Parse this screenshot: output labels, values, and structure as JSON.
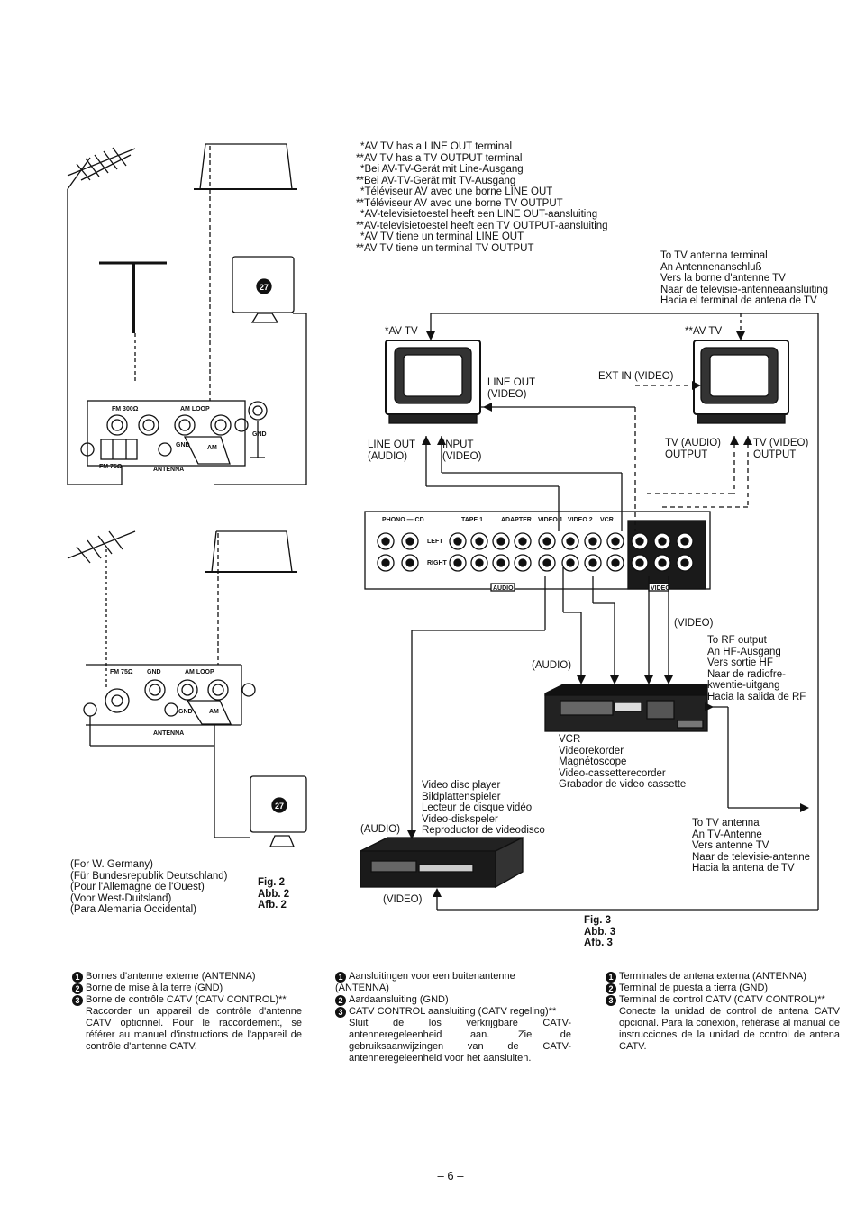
{
  "tv_notes": [
    "*AV TV has a LINE OUT terminal",
    "**AV TV has a TV OUTPUT terminal",
    "*Bei AV-TV-Gerät mit Line-Ausgang",
    "**Bei AV-TV-Gerät mit TV-Ausgang",
    "*Téléviseur AV avec une borne LINE OUT",
    "**Téléviseur AV avec une borne TV OUTPUT",
    "*AV-televisietoestel heeft een LINE OUT-aansluiting",
    "**AV-televisietoestel heeft een TV OUTPUT-aansluiting",
    "*AV TV tiene un terminal LINE OUT",
    "**AV TV tiene un terminal TV OUTPUT"
  ],
  "to_tv_antenna_terminal": [
    "To TV antenna terminal",
    "An Antennenanschluß",
    "Vers la borne d'antenne TV",
    "Naar de televisie-antenneaansluiting",
    "Hacia el terminal de antena de TV"
  ],
  "to_rf_output": [
    "To RF output",
    "An HF-Ausgang",
    "Vers sortie HF",
    "Naar de radiofre-",
    "kwentie-uitgang",
    "Hacia la salida de RF"
  ],
  "vcr_labels": [
    "VCR",
    "Videorekorder",
    "Magnétoscope",
    "Video-cassetterecorder",
    "Grabador de video cassette"
  ],
  "video_disc_labels": [
    "Video disc player",
    "Bildplattenspieler",
    "Lecteur de disque vidéo",
    "Video-diskspeler",
    "Reproductor de videodisco"
  ],
  "to_tv_antenna": [
    "To TV antenna",
    "An TV-Antenne",
    "Vers antenne TV",
    "Naar de televisie-antenne",
    "Hacia la antena de TV"
  ],
  "germany_note": [
    "(For W. Germany)",
    "(Für Bundesrepublik Deutschland)",
    "(Pour l'Allemagne de l'Ouest)",
    "(Voor West-Duitsland)",
    "(Para Alemania Occidental)"
  ],
  "diagram_labels": {
    "av_tv_left": "*AV TV",
    "av_tv_right": "**AV TV",
    "line_out_video": [
      "LINE OUT",
      "(VIDEO)"
    ],
    "line_out_audio": [
      "LINE OUT",
      "(AUDIO)"
    ],
    "input_video": [
      "INPUT",
      "(VIDEO)"
    ],
    "ext_in_video": "EXT IN (VIDEO)",
    "tv_audio_output": [
      "TV (AUDIO)",
      "OUTPUT"
    ],
    "tv_video_output": [
      "TV (VIDEO)",
      "OUTPUT"
    ],
    "video": "(VIDEO)",
    "audio": "(AUDIO)",
    "audio_disc": "(AUDIO)",
    "video_disc": "(VIDEO)",
    "antenna": "ANTENNA",
    "am_loop": "AM LOOP",
    "fm_300": "FM 300Ω",
    "fm_75": "FM 75Ω",
    "gnd": "GND",
    "am": "AM",
    "phono_cd": "PHONO — CD",
    "tape1": "TAPE 1",
    "adapter": "ADAPTER",
    "video1": "VIDEO 1",
    "video2": "VIDEO 2",
    "vcr": "VCR",
    "left": "LEFT",
    "right": "RIGHT",
    "audio_tag": "AUDIO",
    "video_tag": "VIDEO",
    "marker_27": "27"
  },
  "fig2": [
    "Fig. 2",
    "Abb. 2",
    "Afb. 2"
  ],
  "fig3": [
    "Fig. 3",
    "Abb. 3",
    "Afb. 3"
  ],
  "captions": {
    "french": {
      "item1": "Bornes d'antenne externe (ANTENNA)",
      "item2": "Borne de mise à la terre (GND)",
      "item3": "Borne de contrôle CATV (CATV CONTROL)**",
      "body": "Raccorder un appareil de contrôle d'antenne CATV optionnel. Pour le raccordement, se référer au manuel d'instructions de l'appareil de contrôle d'antenne CATV."
    },
    "dutch": {
      "item1": "Aansluitingen voor een buitenantenne (ANTENNA)",
      "item2": "Aardaansluiting (GND)",
      "item3": "CATV CONTROL aansluiting (CATV regeling)**",
      "body": "Sluit de los verkrijgbare CATV-antenneregeleenheid aan. Zie de gebruiksaanwijzingen van de CATV-antenneregeleenheid voor het aansluiten."
    },
    "spanish": {
      "item1": "Terminales de antena externa (ANTENNA)",
      "item2": "Terminal de puesta a tierra (GND)",
      "item3": "Terminal de control CATV (CATV CONTROL)**",
      "body": "Conecte la unidad de control de antena CATV opcional. Para la conexión, refiérase al manual de instrucciones de la unidad de control de antena CATV."
    },
    "num1": "1",
    "num2": "2",
    "num3": "3"
  },
  "page_number": "– 6 –"
}
